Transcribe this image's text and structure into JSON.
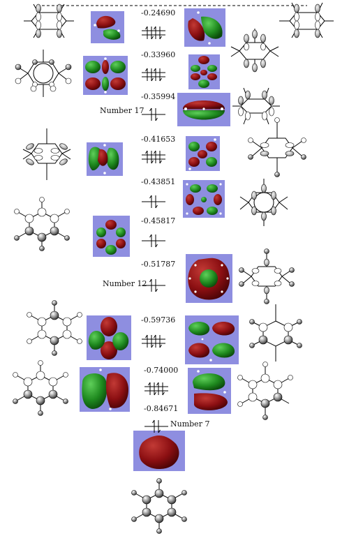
{
  "levels": [
    {
      "energy": "-0.24690",
      "electrons": 4,
      "label": ""
    },
    {
      "energy": "-0.33960",
      "electrons": 4,
      "label": ""
    },
    {
      "energy": "-0.35994",
      "electrons": 2,
      "label": "Number 17"
    },
    {
      "energy": "-0.41653",
      "electrons": 4,
      "label": ""
    },
    {
      "energy": "-0.43851",
      "electrons": 2,
      "label": ""
    },
    {
      "energy": "-0.45817",
      "electrons": 2,
      "label": ""
    },
    {
      "energy": "-0.51787",
      "electrons": 2,
      "label": "Number 12"
    },
    {
      "energy": "-0.59736",
      "electrons": 4,
      "label": ""
    },
    {
      "energy": "-0.74000",
      "electrons": 4,
      "label": ""
    },
    {
      "energy": "-0.84671",
      "electrons": 2,
      "label": "Number 7"
    }
  ],
  "colors": {
    "orbital_background": "#8e8ee0",
    "lobe_positive": "#8b0f12",
    "lobe_negative": "#1f8a1f",
    "line": "#000000"
  }
}
